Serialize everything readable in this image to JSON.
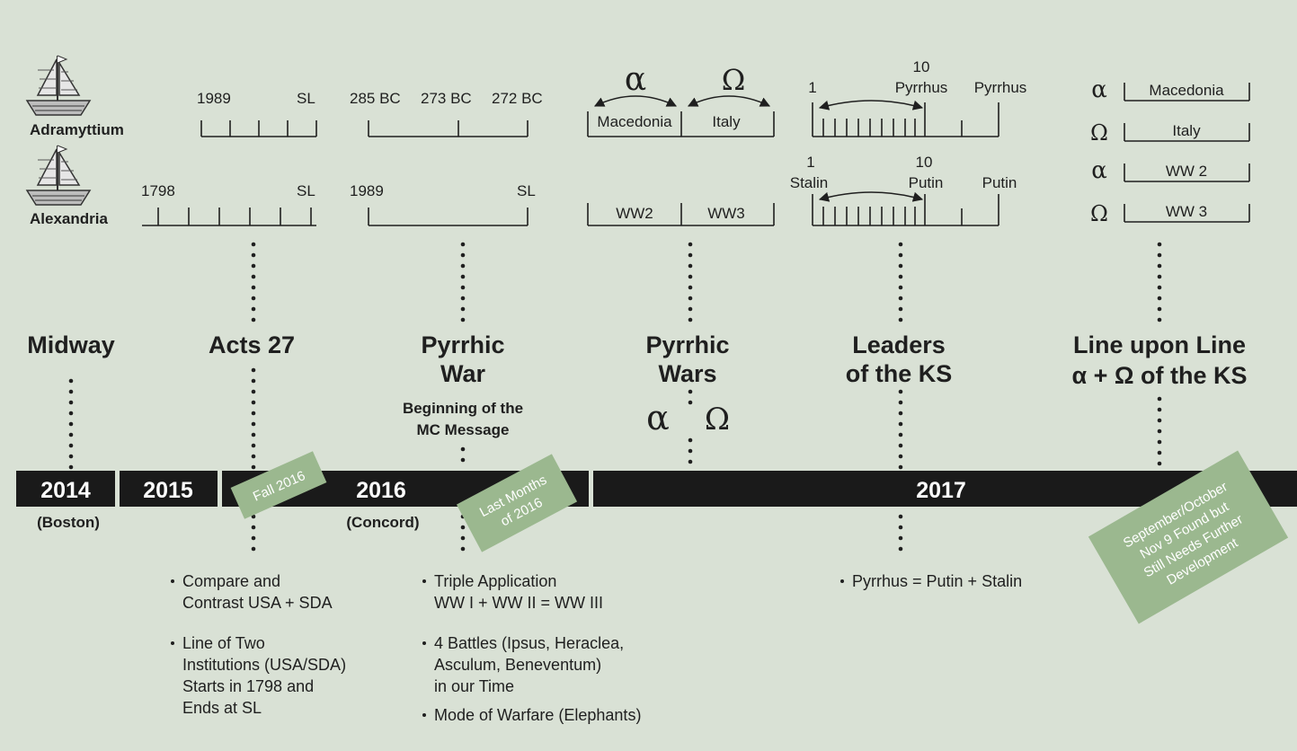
{
  "ships": [
    {
      "name": "Adramyttium"
    },
    {
      "name": "Alexandria"
    }
  ],
  "acts27": {
    "row1": {
      "start": "1989",
      "end": "SL"
    },
    "row2": {
      "start": "1798",
      "end": "SL"
    }
  },
  "pyrrhic_war": {
    "row1": {
      "a": "285 BC",
      "b": "273 BC",
      "c": "272 BC"
    },
    "row2": {
      "start": "1989",
      "end": "SL"
    }
  },
  "pyrrhic_wars": {
    "alpha": "α",
    "omega": "Ω",
    "row1": {
      "left": "Macedonia",
      "right": "Italy"
    },
    "row2": {
      "left": "WW2",
      "right": "WW3"
    }
  },
  "leaders": {
    "row1": {
      "one": "1",
      "ten": "10",
      "ten_name": "Pyrrhus",
      "end_name": "Pyrrhus"
    },
    "row2": {
      "one": "1",
      "one_name": "Stalin",
      "ten": "10",
      "ten_name": "Putin",
      "end_name": "Putin"
    }
  },
  "line_upon_line": {
    "rows": [
      {
        "symbol": "α",
        "label": "Macedonia"
      },
      {
        "symbol": "Ω",
        "label": "Italy"
      },
      {
        "symbol": "α",
        "label": "WW 2"
      },
      {
        "symbol": "Ω",
        "label": "WW 3"
      }
    ]
  },
  "headings": {
    "midway": "Midway",
    "acts27": "Acts 27",
    "pyrrhic_war_1": "Pyrrhic",
    "pyrrhic_war_2": "War",
    "pyrrhic_war_sub_1": "Beginning of the",
    "pyrrhic_war_sub_2": "MC Message",
    "pyrrhic_wars_1": "Pyrrhic",
    "pyrrhic_wars_2": "Wars",
    "pyrrhic_wars_alpha": "α",
    "pyrrhic_wars_omega": "Ω",
    "leaders_1": "Leaders",
    "leaders_2": "of the KS",
    "line_1": "Line upon Line",
    "line_2": "α + Ω of the KS"
  },
  "timeline": {
    "years": [
      {
        "year": "2014",
        "place": "(Boston)"
      },
      {
        "year": "2015",
        "place": ""
      },
      {
        "year": "2016",
        "place": "(Concord)"
      },
      {
        "year": "2017",
        "place": ""
      }
    ]
  },
  "notes": {
    "fall_2016": "Fall 2016",
    "last_months_1": "Last Months",
    "last_months_2": "of 2016",
    "sept_1": "September/October",
    "sept_2": "Nov 9 Found but",
    "sept_3": "Still Needs Further",
    "sept_4": "Development"
  },
  "bullets": {
    "acts27": [
      {
        "lines": [
          "Compare and",
          "Contrast USA + SDA"
        ]
      },
      {
        "lines": [
          "Line of Two",
          "Institutions (USA/SDA)",
          "Starts in 1798 and",
          "Ends at SL"
        ]
      }
    ],
    "pyrrhic_war": [
      {
        "lines": [
          "Triple Application",
          "WW I + WW II = WW III"
        ]
      },
      {
        "lines": [
          "4 Battles (Ipsus, Heraclea,",
          "Asculum, Beneventum)",
          "in our Time"
        ]
      },
      {
        "lines": [
          "Mode of Warfare (Elephants)"
        ]
      }
    ],
    "leaders": [
      {
        "lines": [
          "Pyrrhus = Putin + Stalin"
        ]
      }
    ]
  },
  "colors": {
    "background": "#d9e1d5",
    "bar": "#1a1a1a",
    "note": "#9bb88f"
  }
}
